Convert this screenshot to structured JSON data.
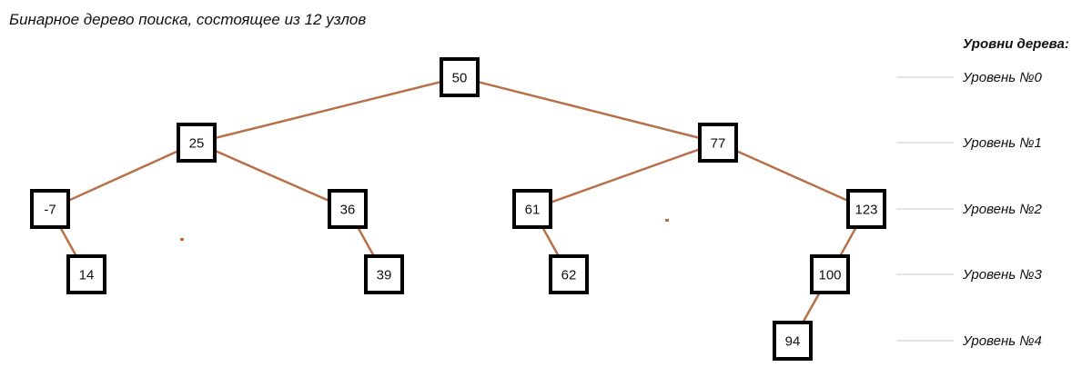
{
  "diagram": {
    "title": "Бинарное дерево поиска, состоящее из 12 узлов",
    "colors": {
      "edge": "#b7714a",
      "node_border": "#000000",
      "guide": "#c8c8c8"
    },
    "nodes": [
      {
        "id": "n50",
        "label": "50",
        "level": 0
      },
      {
        "id": "n25",
        "label": "25",
        "level": 1
      },
      {
        "id": "n77",
        "label": "77",
        "level": 1
      },
      {
        "id": "n-7",
        "label": "-7",
        "level": 2
      },
      {
        "id": "n36",
        "label": "36",
        "level": 2
      },
      {
        "id": "n61",
        "label": "61",
        "level": 2
      },
      {
        "id": "n123",
        "label": "123",
        "level": 2
      },
      {
        "id": "n14",
        "label": "14",
        "level": 3
      },
      {
        "id": "n39",
        "label": "39",
        "level": 3
      },
      {
        "id": "n62",
        "label": "62",
        "level": 3
      },
      {
        "id": "n100",
        "label": "100",
        "level": 3
      },
      {
        "id": "n94",
        "label": "94",
        "level": 4
      }
    ],
    "edges": [
      {
        "from": "n50",
        "to": "n25"
      },
      {
        "from": "n50",
        "to": "n77"
      },
      {
        "from": "n25",
        "to": "n-7"
      },
      {
        "from": "n25",
        "to": "n36"
      },
      {
        "from": "n77",
        "to": "n61"
      },
      {
        "from": "n77",
        "to": "n123"
      },
      {
        "from": "n-7",
        "to": "n14"
      },
      {
        "from": "n36",
        "to": "n39"
      },
      {
        "from": "n61",
        "to": "n62"
      },
      {
        "from": "n123",
        "to": "n100"
      },
      {
        "from": "n100",
        "to": "n94"
      }
    ],
    "legend": {
      "title": "Уровни дерева:",
      "levels": [
        "Уровень №0",
        "Уровень №1",
        "Уровень №2",
        "Уровень №3",
        "Уровень №4"
      ]
    }
  }
}
